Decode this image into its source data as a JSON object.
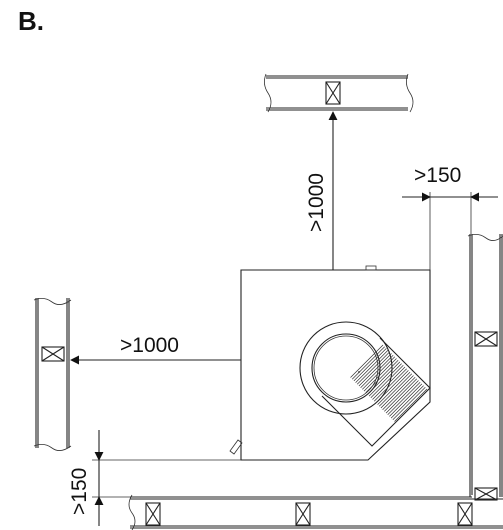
{
  "panel_label": "B.",
  "dimensions": {
    "rear_wall_distance": ">1000",
    "side_wall_distance": ">1000",
    "right_wall_gap": ">150",
    "floor_gap": ">150"
  }
}
